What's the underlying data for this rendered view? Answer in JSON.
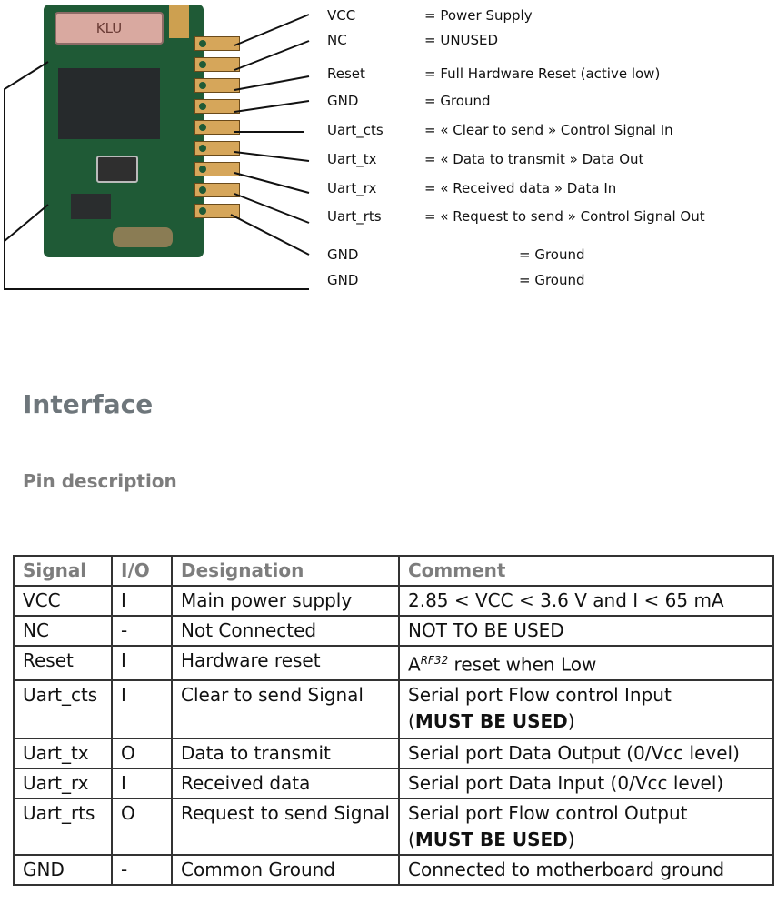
{
  "figure": {
    "antenna_marking": "KLU",
    "pins": [
      {
        "name": "VCC",
        "description": "= Power Supply"
      },
      {
        "name": "NC",
        "description": "= UNUSED"
      },
      {
        "name": "Reset",
        "description": "= Full Hardware Reset (active low)"
      },
      {
        "name": "GND",
        "description": "= Ground"
      },
      {
        "name": "Uart_cts",
        "description": "= « Clear to send » Control Signal In"
      },
      {
        "name": "Uart_tx",
        "description": "= « Data to transmit » Data Out"
      },
      {
        "name": "Uart_rx",
        "description": "= « Received data » Data In"
      },
      {
        "name": "Uart_rts",
        "description": "= « Request to send » Control Signal Out"
      },
      {
        "name": "GND",
        "description": "= Ground"
      },
      {
        "name": "GND",
        "description": "= Ground"
      }
    ]
  },
  "section_title": "Interface",
  "subsection_title": "Pin description",
  "table": {
    "headers": [
      "Signal",
      "I/O",
      "Designation",
      "Comment"
    ],
    "rows": [
      {
        "signal": "VCC",
        "io": "I",
        "designation": "Main power supply",
        "comment": "2.85 < VCC < 3.6 V and I < 65 mA"
      },
      {
        "signal": "NC",
        "io": "-",
        "designation": "Not Connected",
        "comment": "NOT TO BE USED"
      },
      {
        "signal": "Reset",
        "io": "I",
        "designation": "Hardware reset",
        "comment_prefix": "A",
        "comment_sup": "RF32",
        "comment": " reset when Low"
      },
      {
        "signal": "Uart_cts",
        "io": "I",
        "designation": "Clear to send Signal",
        "comment": "Serial port Flow control Input",
        "comment_open": "(",
        "comment_bold": "MUST BE USED",
        "comment_close": ")"
      },
      {
        "signal": "Uart_tx",
        "io": "O",
        "designation": "Data to transmit",
        "comment": "Serial port Data Output (0/Vcc level)"
      },
      {
        "signal": "Uart_rx",
        "io": "I",
        "designation": "Received data",
        "comment": "Serial port Data Input (0/Vcc level)"
      },
      {
        "signal": "Uart_rts",
        "io": "O",
        "designation": "Request to send Signal",
        "comment": "Serial port Flow control Output",
        "comment_open": "(",
        "comment_bold": "MUST BE USED",
        "comment_close": ")"
      },
      {
        "signal": "GND",
        "io": "-",
        "designation": "Common Ground",
        "comment": "Connected to motherboard ground"
      }
    ]
  }
}
